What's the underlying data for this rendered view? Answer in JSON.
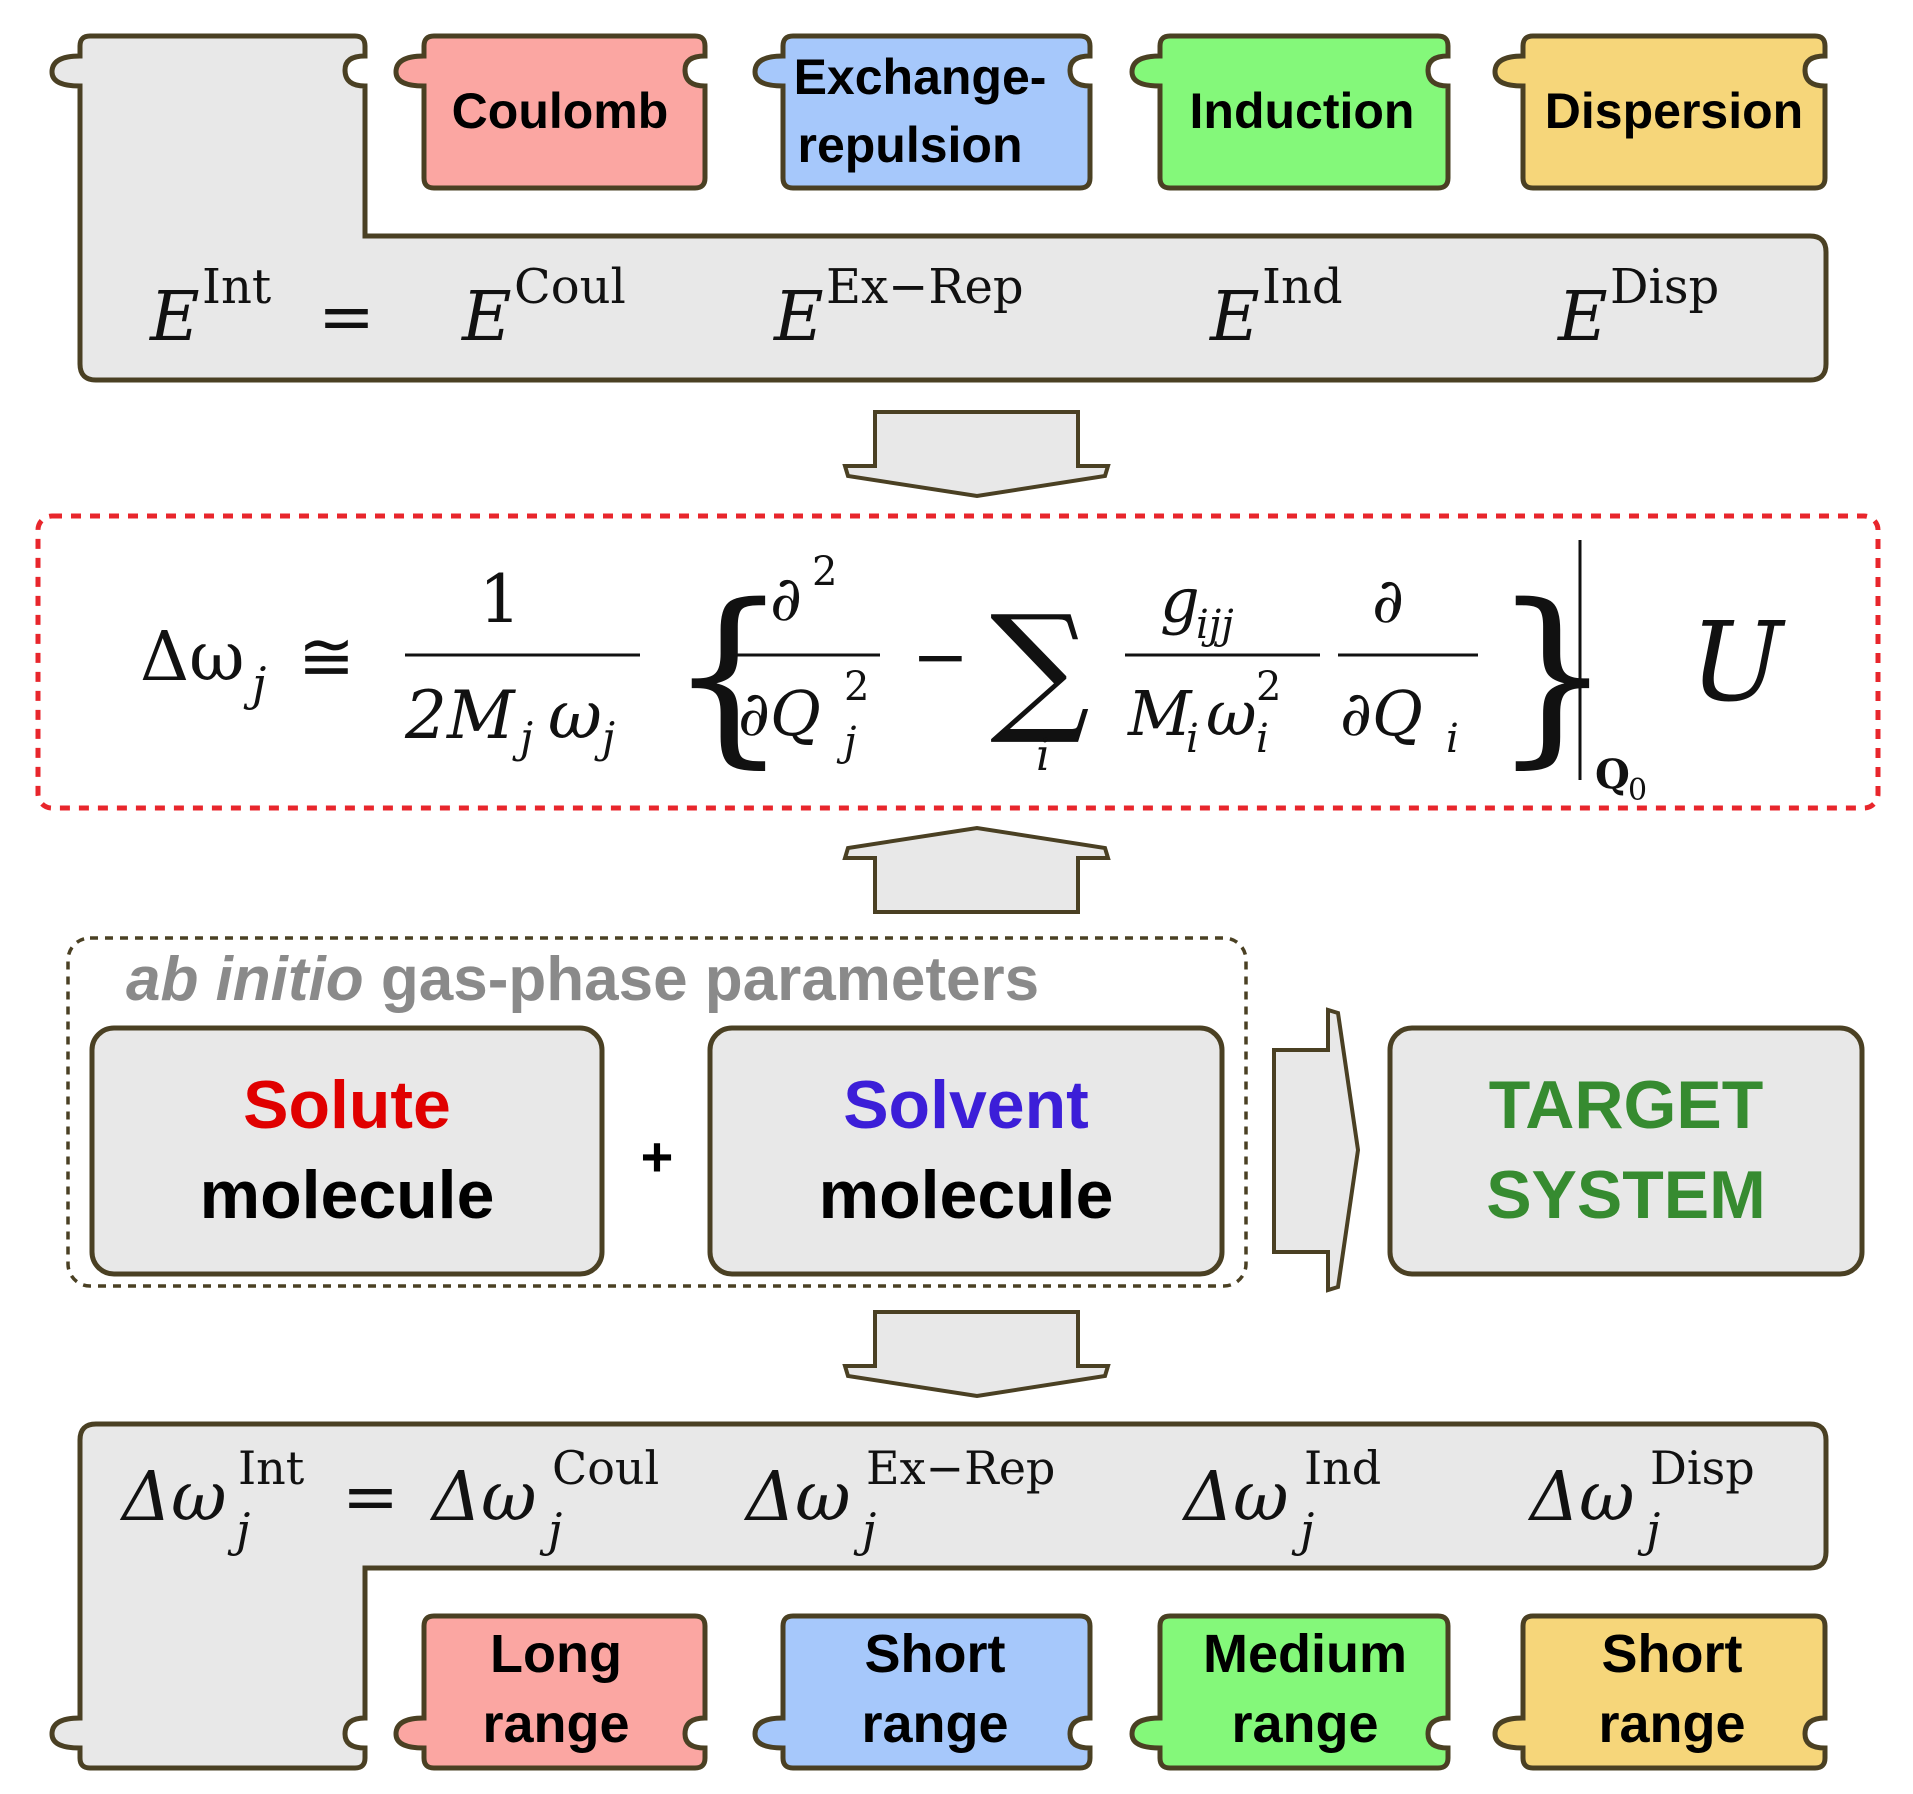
{
  "colors": {
    "outline": "#4a4023",
    "panel_fill": "#e8e8e8",
    "coulomb": "#fba6a2",
    "exchange": "#a6c8fb",
    "induction": "#84f87a",
    "dispersion": "#f6d67a",
    "formula_border": "#e8262c",
    "solute": "#e00000",
    "solvent": "#3c1ed8",
    "target": "#368b30",
    "ab_initio": "#8a8a8a"
  },
  "top_tabs": {
    "coulomb": [
      "Coulomb"
    ],
    "exchange": [
      "Exchange-",
      "repulsion"
    ],
    "induction": [
      "Induction"
    ],
    "dispersion": [
      "Dispersion"
    ]
  },
  "top_equation": {
    "lhs": "E",
    "lhs_sup": "Int",
    "equals": "=",
    "terms": [
      {
        "base": "E",
        "sup": "Coul"
      },
      {
        "base": "E",
        "sup": "Ex−Rep"
      },
      {
        "base": "E",
        "sup": "Ind"
      },
      {
        "base": "E",
        "sup": "Disp"
      }
    ]
  },
  "formula": {
    "lhs": "Δω",
    "lhs_sub": "j",
    "approx": "≅",
    "frac1_num": "1",
    "frac1_den": "2M",
    "frac1_den_sub": "j",
    "frac1_den2": "ω",
    "frac1_den2_sub": "j",
    "lbrace": "{",
    "frac2_num": "∂",
    "frac2_num_sup": "2",
    "frac2_den": "∂Q",
    "frac2_den_sup": "2",
    "frac2_den_sub": "j",
    "minus": "−",
    "sum": "∑",
    "sum_index": "i",
    "frac3_num": "g",
    "frac3_num_sub": "ijj",
    "frac3_den": "M",
    "frac3_den_sub": "i",
    "frac3_den2": "ω",
    "frac3_den2_sub": "i",
    "frac3_den2_sup": "2",
    "frac4_num": "∂",
    "frac4_den": "∂Q",
    "frac4_den_sub": "i",
    "rbrace": "}",
    "eval_at": "Q",
    "eval_at_sub": "0",
    "potential": "U"
  },
  "params_box": {
    "title_italic": "ab initio",
    "title_rest": " gas-phase parameters",
    "solute_word": "Solute",
    "solute_rest": "molecule",
    "plus": "+",
    "solvent_word": "Solvent",
    "solvent_rest": "molecule"
  },
  "target": [
    "TARGET",
    "SYSTEM"
  ],
  "bottom_equation": {
    "lhs": "Δω",
    "lhs_sup": "Int",
    "lhs_sub": "j",
    "equals": "=",
    "terms": [
      {
        "base": "Δω",
        "sup": "Coul",
        "sub": "j"
      },
      {
        "base": "Δω",
        "sup": "Ex−Rep",
        "sub": "j"
      },
      {
        "base": "Δω",
        "sup": "Ind",
        "sub": "j"
      },
      {
        "base": "Δω",
        "sup": "Disp",
        "sub": "j"
      }
    ]
  },
  "bottom_tabs": {
    "coulomb": [
      "Long",
      "range"
    ],
    "exchange": [
      "Short",
      "range"
    ],
    "induction": [
      "Medium",
      "range"
    ],
    "dispersion": [
      "Short",
      "range"
    ]
  }
}
